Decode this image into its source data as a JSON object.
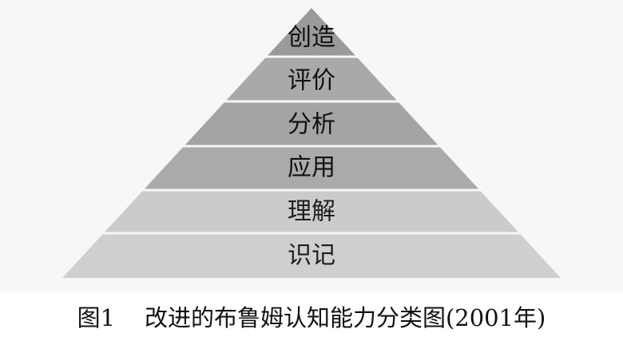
{
  "pyramid": {
    "levels": [
      {
        "label": "创造",
        "fill": "#9a9a9a"
      },
      {
        "label": "评价",
        "fill": "#a9a9a9"
      },
      {
        "label": "分析",
        "fill": "#a4a4a4"
      },
      {
        "label": "应用",
        "fill": "#aaaaaa"
      },
      {
        "label": "理解",
        "fill": "#cbcbcb"
      },
      {
        "label": "识记",
        "fill": "#cfcfcf"
      }
    ],
    "divider_color": "#ffffff"
  },
  "caption": {
    "figure_number": "图1",
    "title": "改进的布鲁姆认知能力分类图(2001年)"
  }
}
